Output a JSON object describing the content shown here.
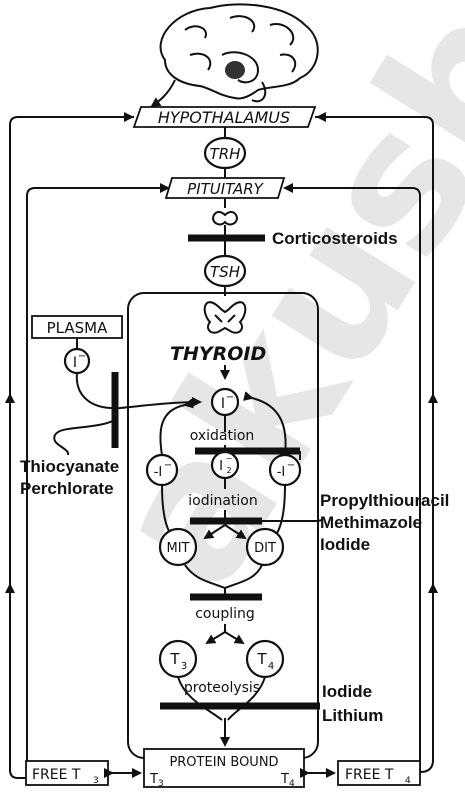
{
  "watermark": "akush",
  "hypothalamus": "HYPOTHALAMUS",
  "trh": "TRH",
  "pituitary": "PITUITARY",
  "corticosteroids": "Corticosteroids",
  "tsh": "TSH",
  "plasma": "PLASMA",
  "iodide_ion": "I",
  "ion_sign": "−",
  "thyroid": "THYROID",
  "inhibitor_1": [
    "Thiocyanate",
    "Perchlorate"
  ],
  "oxidation": "oxidation",
  "neg_iodide": "-I",
  "i2": "I",
  "i2_sub": "2",
  "iodination": "iodination",
  "inhibitor_2": [
    "Propylthiouracil",
    "Methimazole",
    "Iodide"
  ],
  "mit": "MIT",
  "dit": "DIT",
  "coupling": "coupling",
  "t_letter": "T",
  "t3_sub": "3",
  "t4_sub": "4",
  "proteolysis": "proteolysis",
  "inhibitor_3": [
    "Iodide",
    "Lithium"
  ],
  "free_prefix": "FREE T",
  "free_t3_sub": "3",
  "free_t4_sub": "4",
  "protein_bound": "PROTEIN BOUND"
}
